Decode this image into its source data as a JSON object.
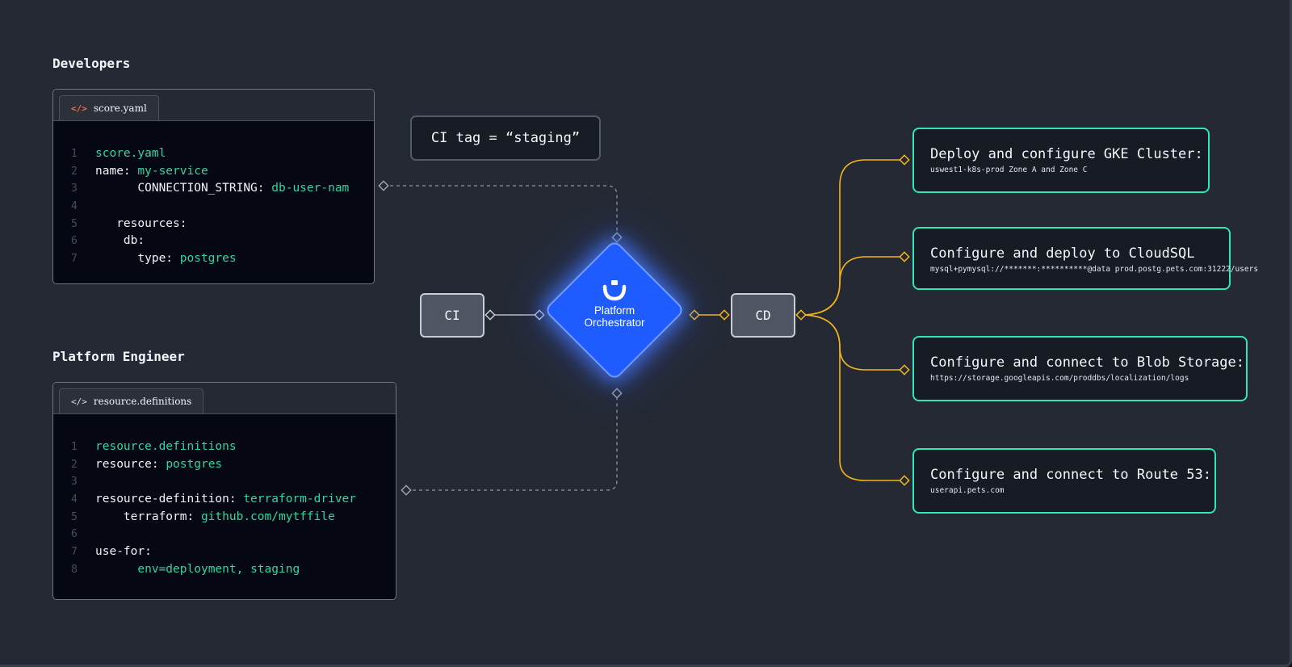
{
  "sections": {
    "developers": "Developers",
    "platform_engineer": "Platform Engineer"
  },
  "score_panel": {
    "tab_label": "score.yaml",
    "tab_icon": "yaml-file-icon",
    "lines": [
      {
        "n": "1",
        "key": "",
        "value": "score.yaml"
      },
      {
        "n": "2",
        "key": "name: ",
        "value": "my-service"
      },
      {
        "n": "3",
        "key": "      CONNECTION_STRING: ",
        "value": "db-user-nam"
      },
      {
        "n": "4",
        "key": "",
        "value": ""
      },
      {
        "n": "5",
        "key": "   resources:",
        "value": ""
      },
      {
        "n": "6",
        "key": "    db:",
        "value": ""
      },
      {
        "n": "7",
        "key": "      type: ",
        "value": "postgres"
      }
    ]
  },
  "resource_panel": {
    "tab_label": "resource.definitions",
    "tab_icon": "code-brackets-icon",
    "lines": [
      {
        "n": "1",
        "key": "",
        "value": "resource.definitions"
      },
      {
        "n": "2",
        "key": "resource: ",
        "value": "postgres"
      },
      {
        "n": "3",
        "key": "",
        "value": ""
      },
      {
        "n": "4",
        "key": "resource-definition: ",
        "value": "terraform-driver"
      },
      {
        "n": "5",
        "key": "    terraform: ",
        "value": "github.com/mytffile"
      },
      {
        "n": "6",
        "key": "",
        "value": ""
      },
      {
        "n": "7",
        "key": "use-for:",
        "value": ""
      },
      {
        "n": "8",
        "key": "      ",
        "value": "env=deployment, staging"
      }
    ]
  },
  "ci_tag": "CI tag = “staging”",
  "ci_node": "CI",
  "cd_node": "CD",
  "orchestrator": {
    "label_line1": "Platform",
    "label_line2": "Orchestrator",
    "icon": "humanitec-logo-icon"
  },
  "targets": [
    {
      "title": "Deploy and configure GKE Cluster:",
      "detail": "uswest1-k8s-prod Zone A and Zone C"
    },
    {
      "title": "Configure and deploy to CloudSQL",
      "detail": "mysql+pymysql://*******:**********@data prod.postg.pets.com:31222/users"
    },
    {
      "title": "Configure and connect to Blob Storage:",
      "detail": "https://storage.googleapis.com/proddbs/localization/logs"
    },
    {
      "title": "Configure and connect to Route 53:",
      "detail": "userapi.pets.com"
    }
  ],
  "colors": {
    "accent_teal": "#2ee6b6",
    "accent_yellow": "#f2b51d",
    "orchestrator_blue": "#1f5cff",
    "code_value_green": "#2fd6a2"
  }
}
